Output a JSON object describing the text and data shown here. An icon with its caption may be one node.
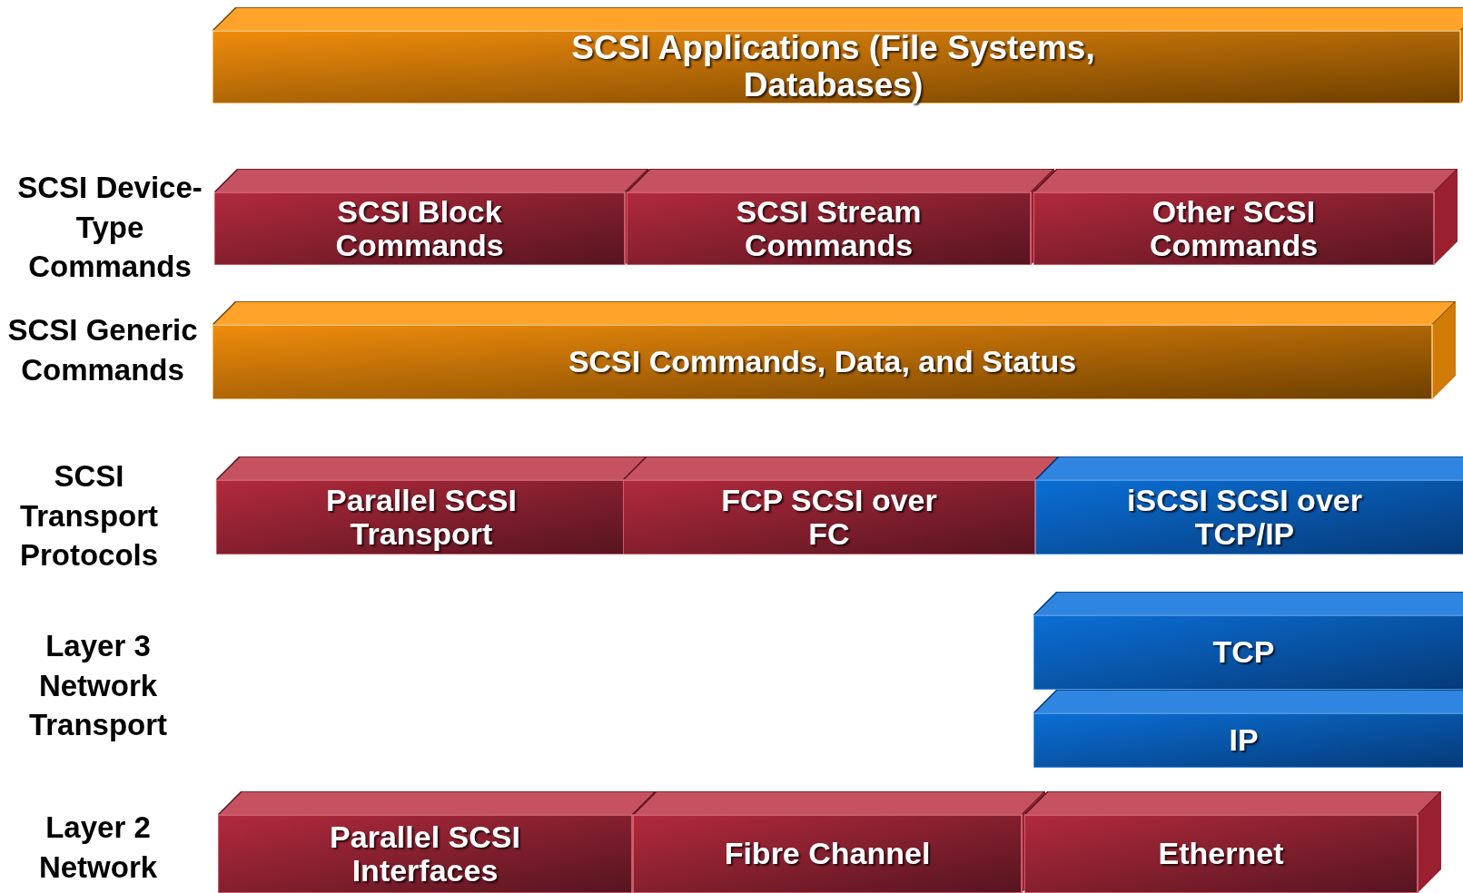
{
  "diagram": {
    "nodes": [
      {
        "text": [
          "SCSI Applications (File Systems, Databases)"
        ]
      },
      {
        "text": [
          "SCSI Block Commands"
        ]
      },
      {
        "text": [
          "SCSI Stream Commands"
        ]
      },
      {
        "text": [
          "Other SCSI Commands"
        ]
      },
      {
        "text": [
          "SCSI Commands, Data, and Status"
        ]
      },
      {
        "text": [
          "Parallel SCSI Transport"
        ]
      },
      {
        "text": [
          "FCP SCSI over FC"
        ]
      },
      {
        "text": [
          "iSCSI SCSI over TCP/IP"
        ]
      },
      {
        "text": [
          "TCP"
        ]
      },
      {
        "text": [
          "IP"
        ]
      },
      {
        "text": [
          "Parallel SCSI Interfaces"
        ]
      },
      {
        "text": [
          "Fibre Channel"
        ]
      },
      {
        "text": [
          "Ethernet"
        ]
      }
    ],
    "edges": [],
    "labels": [
      "SCSI Device-Type Commands",
      "SCSI Generic Commands",
      "SCSI Transport Protocols",
      "Layer 3 Network Transport",
      "Layer 2 Network"
    ]
  }
}
